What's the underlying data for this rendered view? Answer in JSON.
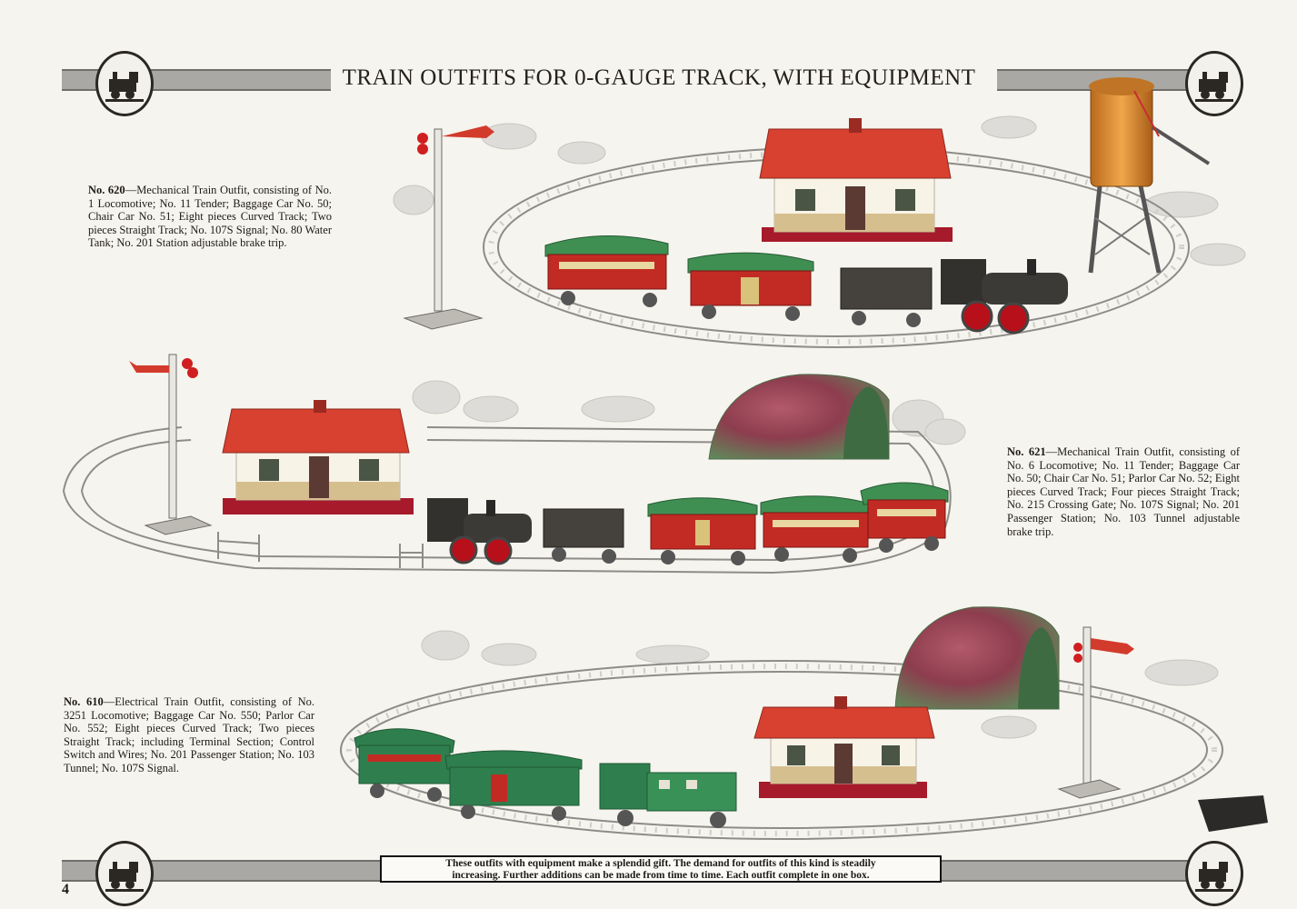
{
  "header": {
    "title": "TRAIN OUTFITS FOR 0-GAUGE TRACK, WITH EQUIPMENT",
    "emblem_icon": "locomotive-emblem-icon"
  },
  "outfits": [
    {
      "number": "No. 620",
      "description": "—Mechanical Train Outfit, consisting of No. 1 Locomotive; No. 11 Tender; Baggage Car No. 50; Chair Car No. 51; Eight pieces Curved Track; Two pieces Straight Track; No. 107S Signal; No. 80 Water Tank; No. 201 Station adjustable brake trip."
    },
    {
      "number": "No. 621",
      "description": "—Mechanical Train Outfit, consisting of No. 6 Locomotive; No. 11 Tender; Baggage Car No. 50; Chair Car No. 51; Parlor Car No. 52; Eight pieces Curved Track; Four pieces Straight Track; No. 215 Crossing Gate; No. 107S Signal; No. 201 Passenger Station; No. 103 Tunnel adjustable brake trip."
    },
    {
      "number": "No. 610",
      "description": "—Electrical Train Outfit, consisting of No. 3251 Locomotive; Baggage Car No. 550; Parlor Car No. 552; Eight pieces Curved Track; Two pieces Straight Track; including Terminal Section; Control Switch and Wires; No. 201 Passenger Station; No. 103 Tunnel; No. 107S Signal."
    }
  ],
  "footer": {
    "line1": "These outfits with equipment make a splendid gift.  The demand for outfits of this kind is steadily",
    "line2": "increasing.  Further additions can be made from time to time.  Each outfit complete in one box."
  },
  "page_number": "4",
  "colors": {
    "paper": "#f6f4ee",
    "roof_red": "#d8402f",
    "car_red": "#c22b24",
    "car_green": "#3f8f52",
    "loco_black": "#33312e",
    "tank_orange": "#d98a2e",
    "band_gray": "#a9a8a4"
  }
}
